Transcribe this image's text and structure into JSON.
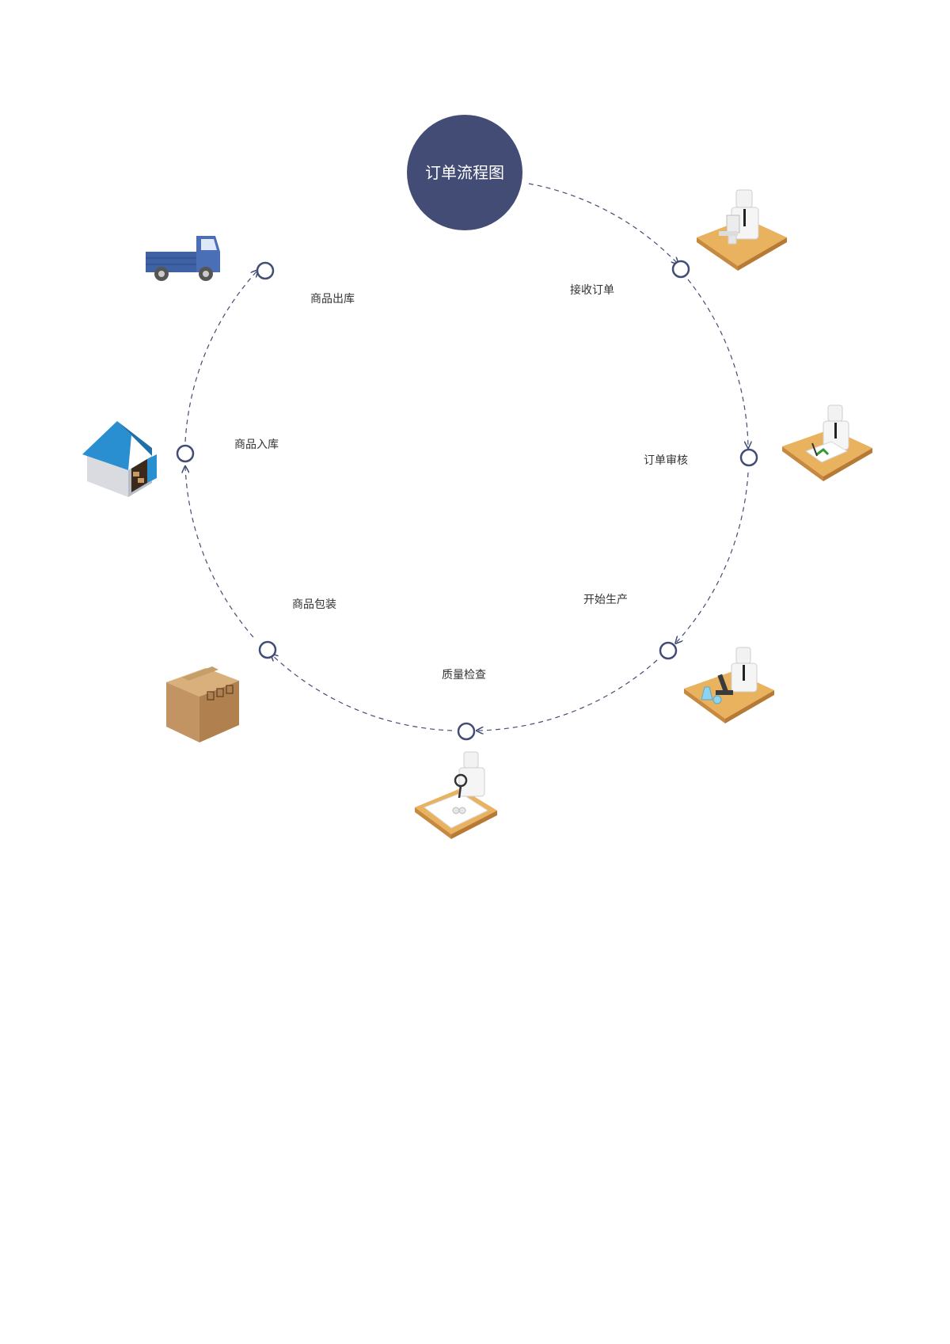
{
  "title": "订单流程图",
  "colors": {
    "accent": "#434c74",
    "desk": "#e9b25f",
    "truck": "#3f62a5",
    "roof": "#2a8fd1",
    "box": "#c89b66"
  },
  "steps": [
    {
      "label": "接收订单",
      "icon": "office-worker-computer-icon"
    },
    {
      "label": "订单审核",
      "icon": "reviewer-document-icon"
    },
    {
      "label": "开始生产",
      "icon": "lab-microscope-icon"
    },
    {
      "label": "质量检查",
      "icon": "inspector-magnifier-icon"
    },
    {
      "label": "商品包装",
      "icon": "cardboard-box-icon"
    },
    {
      "label": "商品入库",
      "icon": "warehouse-icon"
    },
    {
      "label": "商品出库",
      "icon": "delivery-truck-icon"
    }
  ]
}
